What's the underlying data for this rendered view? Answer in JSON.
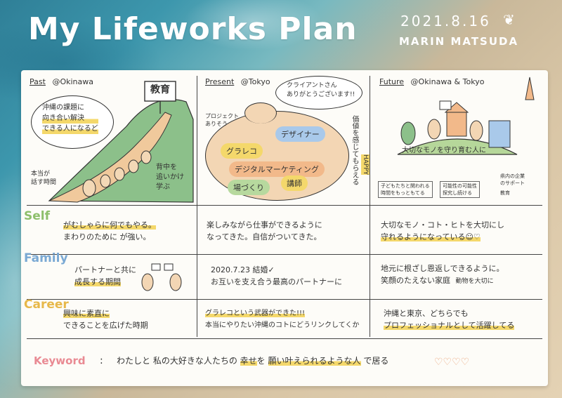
{
  "header": {
    "title": "My Lifeworks Plan",
    "date": "2021.8.16",
    "author": "MARIN MATSUDA"
  },
  "columns": {
    "past": {
      "label": "Past",
      "place": "@Okinawa"
    },
    "present": {
      "label": "Present",
      "place": "@Tokyo"
    },
    "future": {
      "label": "Future",
      "place": "@Okinawa & Tokyo"
    }
  },
  "past_scene": {
    "bubble_lines": [
      "沖縄の課題に",
      "向き合い解決",
      "できる人になるど"
    ],
    "sign": "教育",
    "left_note": [
      "本当が",
      "話す時間"
    ],
    "right_note": [
      "背中を",
      "追いかけ",
      "学ぶ"
    ]
  },
  "present_scene": {
    "speech": [
      "クライアントさん",
      "ありがとうございます!!"
    ],
    "small_note": [
      "プロジェクト",
      "ありそう"
    ],
    "side_text": "価値を感じてもらえる",
    "happy": "HAPPY",
    "tags": [
      "グラレコ",
      "デザイナー",
      "デジタルマーケティング",
      "場づくり",
      "講師"
    ]
  },
  "future_scene": {
    "globe_caption": "大切なモノを守り育む人に",
    "card_left": [
      "子どもたちと関われる",
      "時間をもっともてる"
    ],
    "card_mid": [
      "可能性の可能性",
      "探究し続ける"
    ],
    "card_right": [
      "県内の企業",
      "のサポート"
    ],
    "card_right_sub": "教育"
  },
  "rows": {
    "self": "Self",
    "family": "Family",
    "career": "Career"
  },
  "cells": {
    "past_self": [
      "がむしゃらに何でもやる。",
      "まわりのために が強い。"
    ],
    "present_self": [
      "楽しみながら仕事ができるように",
      "なってきた。自信がついてきた。"
    ],
    "future_self": [
      "大切なモノ・コト・ヒトを大切にし",
      "守れるようになっている☺♡"
    ],
    "past_family": [
      "パートナーと共に",
      "成長する期間"
    ],
    "present_family": [
      "2020.7.23 結婚✓",
      "お互いを支え合う最高のパートナーに"
    ],
    "future_family": [
      "地元に根ざし恩返しできるように。",
      "笑顔のたえない家庭",
      "動物を大切に"
    ],
    "past_career": [
      "興味に素直に",
      "できることを広げた時期"
    ],
    "present_career": [
      "グラレコという武器ができた!!!",
      "本当にやりたい沖縄のコトにどうリンクしてくか"
    ],
    "future_career": [
      "沖縄と東京、どちらでも",
      "プロフェッショナルとして活躍してる"
    ]
  },
  "keyword": {
    "label": "Keyword",
    "colon": ":",
    "text_before": "わたしと 私の大好きな人たちの",
    "hl1": "幸せ",
    "text_mid1": "を",
    "hl2": "願い叶えられるような人",
    "text_after": "で居る",
    "hearts": "♡♡♡♡"
  },
  "colors": {
    "self_label": "#8dbf6b",
    "family_label": "#7aa9d4",
    "career_label": "#e7b84a",
    "keyword_label": "#e98a93",
    "highlight_yellow": "#f4d86b",
    "highlight_orange": "#f2b98a"
  }
}
